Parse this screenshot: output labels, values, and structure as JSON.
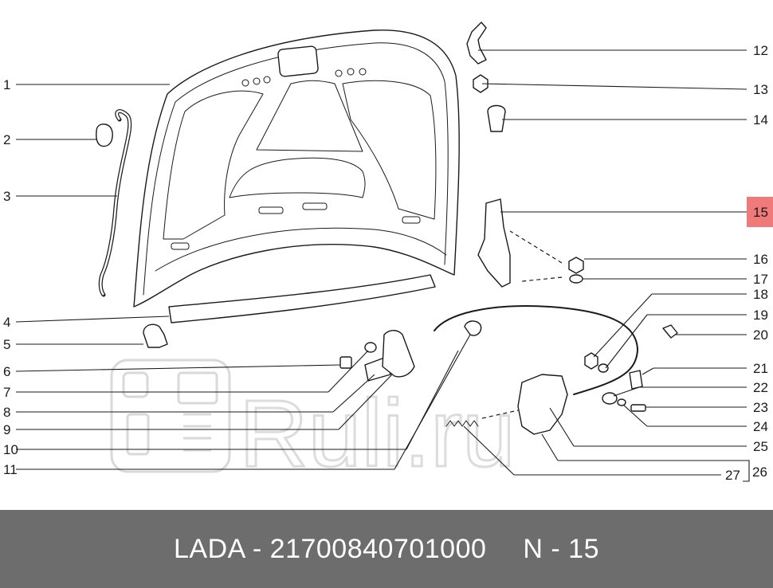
{
  "callouts": [
    {
      "n": "1"
    },
    {
      "n": "2"
    },
    {
      "n": "3"
    },
    {
      "n": "4"
    },
    {
      "n": "5"
    },
    {
      "n": "6"
    },
    {
      "n": "7"
    },
    {
      "n": "8"
    },
    {
      "n": "9"
    },
    {
      "n": "10"
    },
    {
      "n": "11"
    },
    {
      "n": "12"
    },
    {
      "n": "13"
    },
    {
      "n": "14"
    },
    {
      "n": "15",
      "highlighted": true
    },
    {
      "n": "16"
    },
    {
      "n": "17"
    },
    {
      "n": "18"
    },
    {
      "n": "19"
    },
    {
      "n": "20"
    },
    {
      "n": "21"
    },
    {
      "n": "22"
    },
    {
      "n": "23"
    },
    {
      "n": "24"
    },
    {
      "n": "25"
    },
    {
      "n": "26"
    },
    {
      "n": "27"
    }
  ],
  "highlight_color": "#f07a7a",
  "watermark": {
    "text": "Ruli.ru"
  },
  "footer": {
    "part_label": "LADA - 21700840701000",
    "position_label": "N - 15"
  },
  "colors": {
    "footer_bg": "#6d6d6d",
    "footer_text": "#ffffff",
    "line": "#1a1a1a"
  }
}
